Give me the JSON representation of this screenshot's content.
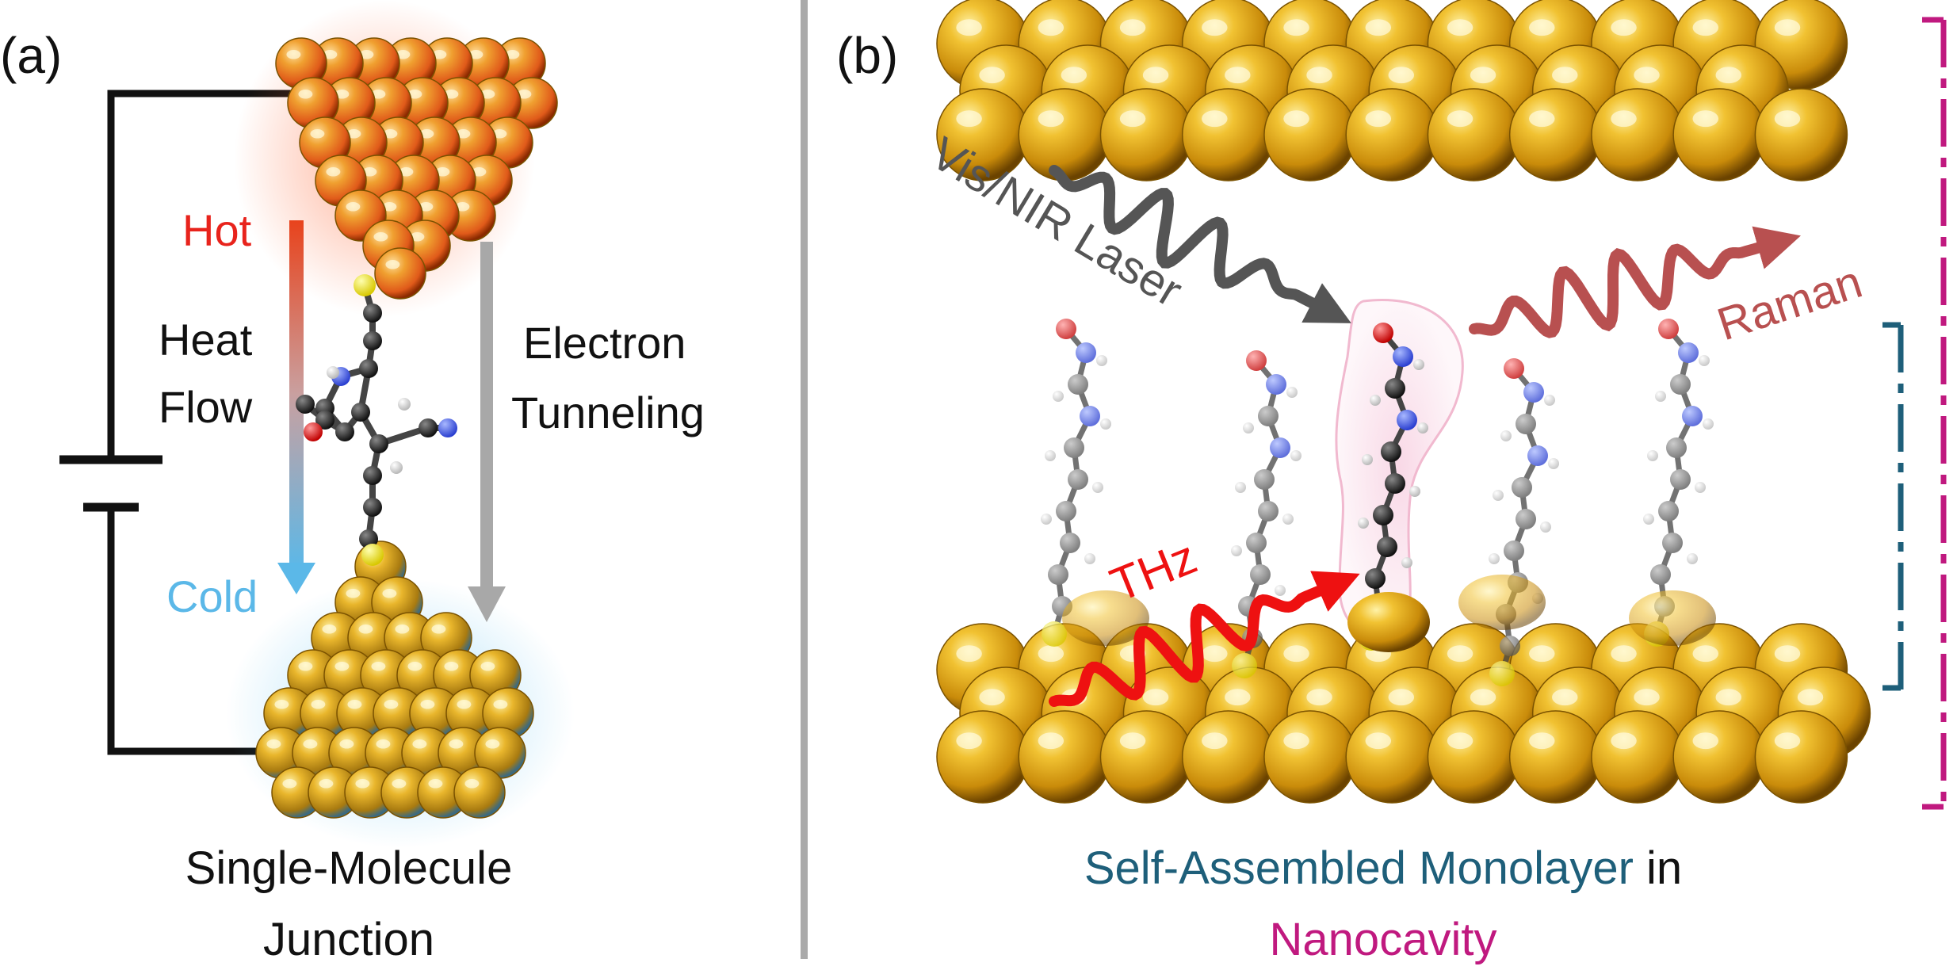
{
  "panel_a": {
    "label": "(a)",
    "hot": "Hot",
    "cold": "Cold",
    "heat": "Heat",
    "flow": "Flow",
    "electron": "Electron",
    "tunneling": "Tunneling",
    "caption_line1": "Single-Molecule",
    "caption_line2": "Junction"
  },
  "panel_b": {
    "label": "(b)",
    "laser": "Vis/NIR Laser",
    "raman": "Raman",
    "thz": "THz",
    "caption_sam": "Self-Assembled Monolayer",
    "caption_in": "in",
    "caption_cavity": "Nanocavity"
  },
  "colors": {
    "gold": "#e0a51c",
    "hot": "#e8231c",
    "cold": "#5bb8e8",
    "laser": "#555555",
    "raman": "#b85050",
    "thz": "#ee1111",
    "sam": "#1e5f7a",
    "cavity": "#c0197f",
    "divider": "#aaaaaa"
  },
  "icons": [
    "battery-icon",
    "gold-tip-icon",
    "molecule-icon",
    "wavy-arrow-icon",
    "bracket-icon"
  ]
}
